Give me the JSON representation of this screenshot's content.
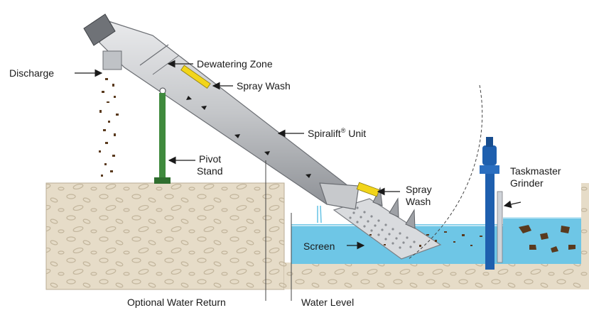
{
  "labels": {
    "discharge": "Discharge",
    "dewatering_zone": "Dewatering Zone",
    "spray_wash_top": "Spray Wash",
    "spiralift_unit": "Spiralift",
    "spiralift_reg": "®",
    "spiralift_unit_suffix": " Unit",
    "pivot": "Pivot",
    "stand": "Stand",
    "spray": "Spray",
    "wash": "Wash",
    "taskmaster": "Taskmaster",
    "grinder": "Grinder",
    "screen": "Screen",
    "optional_water_return": "Optional Water Return",
    "water_level": "Water Level"
  },
  "colors": {
    "ground": "#e6dcc8",
    "ground_pebble": "#c9bca3",
    "water": "#6ec6e6",
    "water_light": "#bfe6f4",
    "tube": "#c7c9cc",
    "tube_dark": "#7b7e83",
    "stand": "#3f8a3d",
    "spray_bar": "#f2d51a",
    "grinder": "#1e5fae",
    "solids": "#5a3a1e"
  },
  "icons": [
    "arrow-icon"
  ]
}
